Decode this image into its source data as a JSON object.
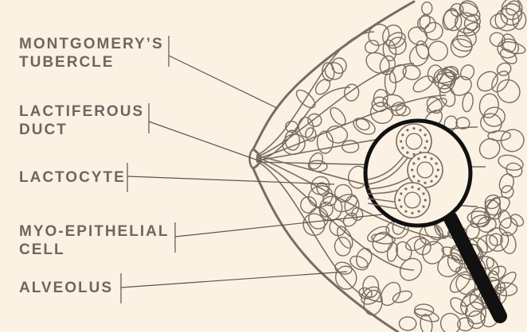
{
  "labels": [
    {
      "id": "montgomerys-tubercle",
      "lines": [
        "MONTGOMERY’S",
        "TUBERCLE"
      ]
    },
    {
      "id": "lactiferous-duct",
      "lines": [
        "LACTIFEROUS",
        "DUCT"
      ]
    },
    {
      "id": "lactocyte",
      "lines": [
        "LACTOCYTE"
      ]
    },
    {
      "id": "myo-epithelial-cell",
      "lines": [
        "MYO-EPITHELIAL",
        "CELL"
      ]
    },
    {
      "id": "alveolus",
      "lines": [
        "ALVEOLUS"
      ]
    }
  ],
  "colors": {
    "background": "#fcf2e4",
    "label_text": "#6d6761",
    "outline": "#7a6c60",
    "leader_line": "#5a544f",
    "magnifier": "#111111"
  }
}
